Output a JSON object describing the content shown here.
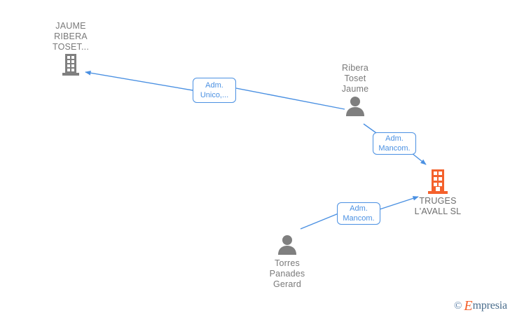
{
  "diagram": {
    "background_color": "#ffffff",
    "edge_color": "#4a90e2",
    "company_main_color": "#f4612c",
    "company_other_color": "#7a7a7a",
    "person_color": "#7a7a7a",
    "nodes": [
      {
        "id": "company-jaume-ribera-toset",
        "type": "company",
        "icon": "building-icon",
        "label": "JAUME\nRIBERA\nTOSET...",
        "label_position": "above"
      },
      {
        "id": "person-ribera-toset-jaume",
        "type": "person",
        "icon": "person-icon",
        "label": "Ribera\nToset\nJaume",
        "label_position": "above"
      },
      {
        "id": "company-truges-lavall-sl",
        "type": "company",
        "icon": "building-icon",
        "label": "TRUGES\nL'AVALL  SL",
        "label_position": "below"
      },
      {
        "id": "person-torres-panades-gerard",
        "type": "person",
        "icon": "person-icon",
        "label": "Torres\nPanades\nGerard",
        "label_position": "below"
      }
    ],
    "relations": [
      {
        "id": "rel-adm-unico",
        "label": "Adm.\nUnico,...",
        "from": "person-ribera-toset-jaume",
        "to": "company-jaume-ribera-toset"
      },
      {
        "id": "rel-adm-mancom-1",
        "label": "Adm.\nMancom.",
        "from": "person-ribera-toset-jaume",
        "to": "company-truges-lavall-sl"
      },
      {
        "id": "rel-adm-mancom-2",
        "label": "Adm.\nMancom.",
        "from": "person-torres-panades-gerard",
        "to": "company-truges-lavall-sl"
      }
    ]
  },
  "watermark": {
    "copyright": "©",
    "brand_initial": "E",
    "brand_rest": "mpresia"
  }
}
